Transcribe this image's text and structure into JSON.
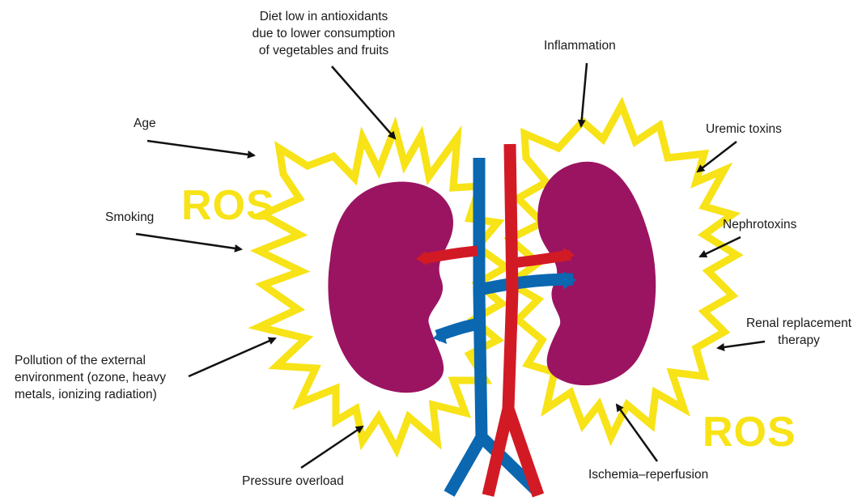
{
  "colors": {
    "burst": "#f7e317",
    "kidney": "#9b1461",
    "vein": "#0a67b0",
    "artery": "#d21a25",
    "arrow": "#111111",
    "ros": "#f7e317"
  },
  "icons": [
    "kidney-left-icon",
    "kidney-right-icon",
    "vein-icon",
    "artery-icon",
    "burst-left-icon",
    "burst-right-icon"
  ],
  "ros_labels": {
    "left": "ROS",
    "right": "ROS"
  },
  "factors": {
    "diet": "Diet low in antioxidants\ndue to lower consumption\nof vegetables and fruits",
    "inflammation": "Inflammation",
    "age": "Age",
    "uremic_toxins": "Uremic toxins",
    "smoking": "Smoking",
    "nephrotoxins": "Nephrotoxins",
    "pollution": "Pollution of the external\nenvironment (ozone, heavy\nmetals, ionizing radiation)",
    "renal_replacement": "Renal replacement\ntherapy",
    "pressure_overload": "Pressure overload",
    "ischemia": "Ischemia–reperfusion"
  }
}
